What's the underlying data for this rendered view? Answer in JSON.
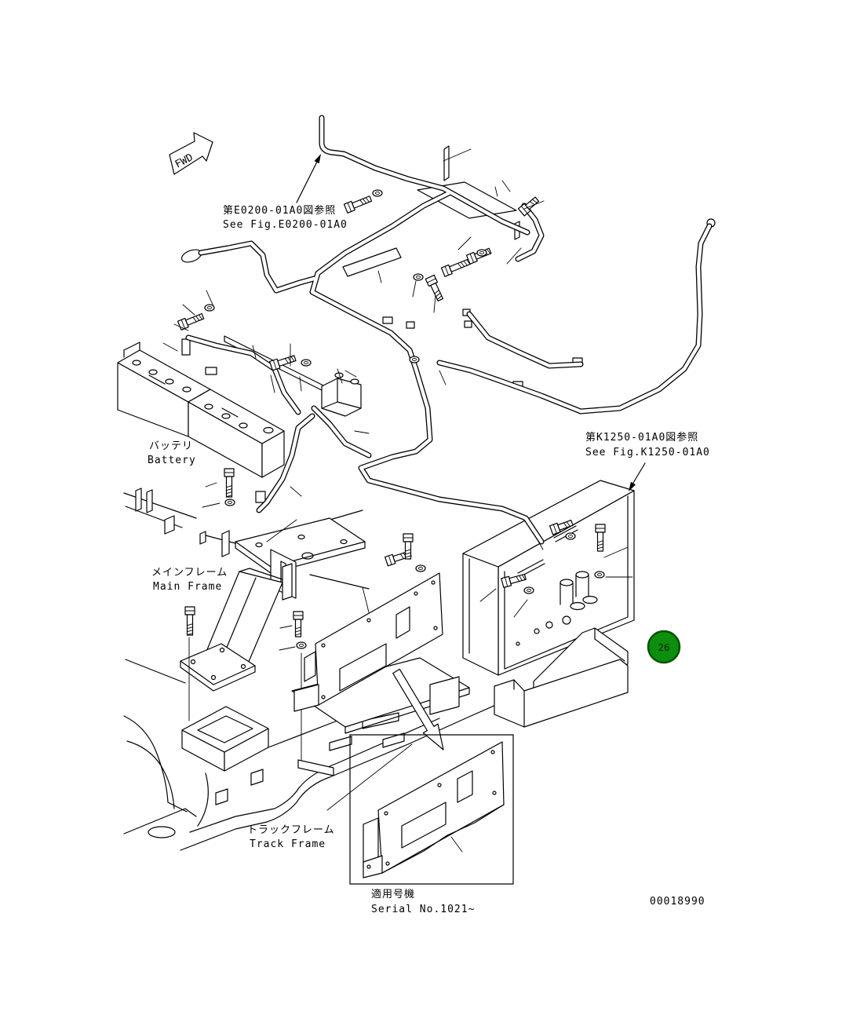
{
  "direction_marker": {
    "label": "FWD",
    "icon": "forward-arrow-icon"
  },
  "references": [
    {
      "ja": "第E0200-01A0図参照",
      "en": "See Fig.E0200-01A0"
    },
    {
      "ja": "第K1250-01A0図参照",
      "en": "See Fig.K1250-01A0"
    }
  ],
  "labels": {
    "battery": {
      "ja": "バッテリ",
      "en": "Battery"
    },
    "main_frame": {
      "ja": "メインフレーム",
      "en": "Main Frame"
    },
    "track_frame": {
      "ja": "トラックフレーム",
      "en": "Track Frame"
    }
  },
  "inset": {
    "ja": "適用号機",
    "en": "Serial No.1021~"
  },
  "drawing_number": "00018990",
  "callouts": [
    {
      "number": "26",
      "color": "#0c8f0c",
      "border": "#075207"
    }
  ]
}
